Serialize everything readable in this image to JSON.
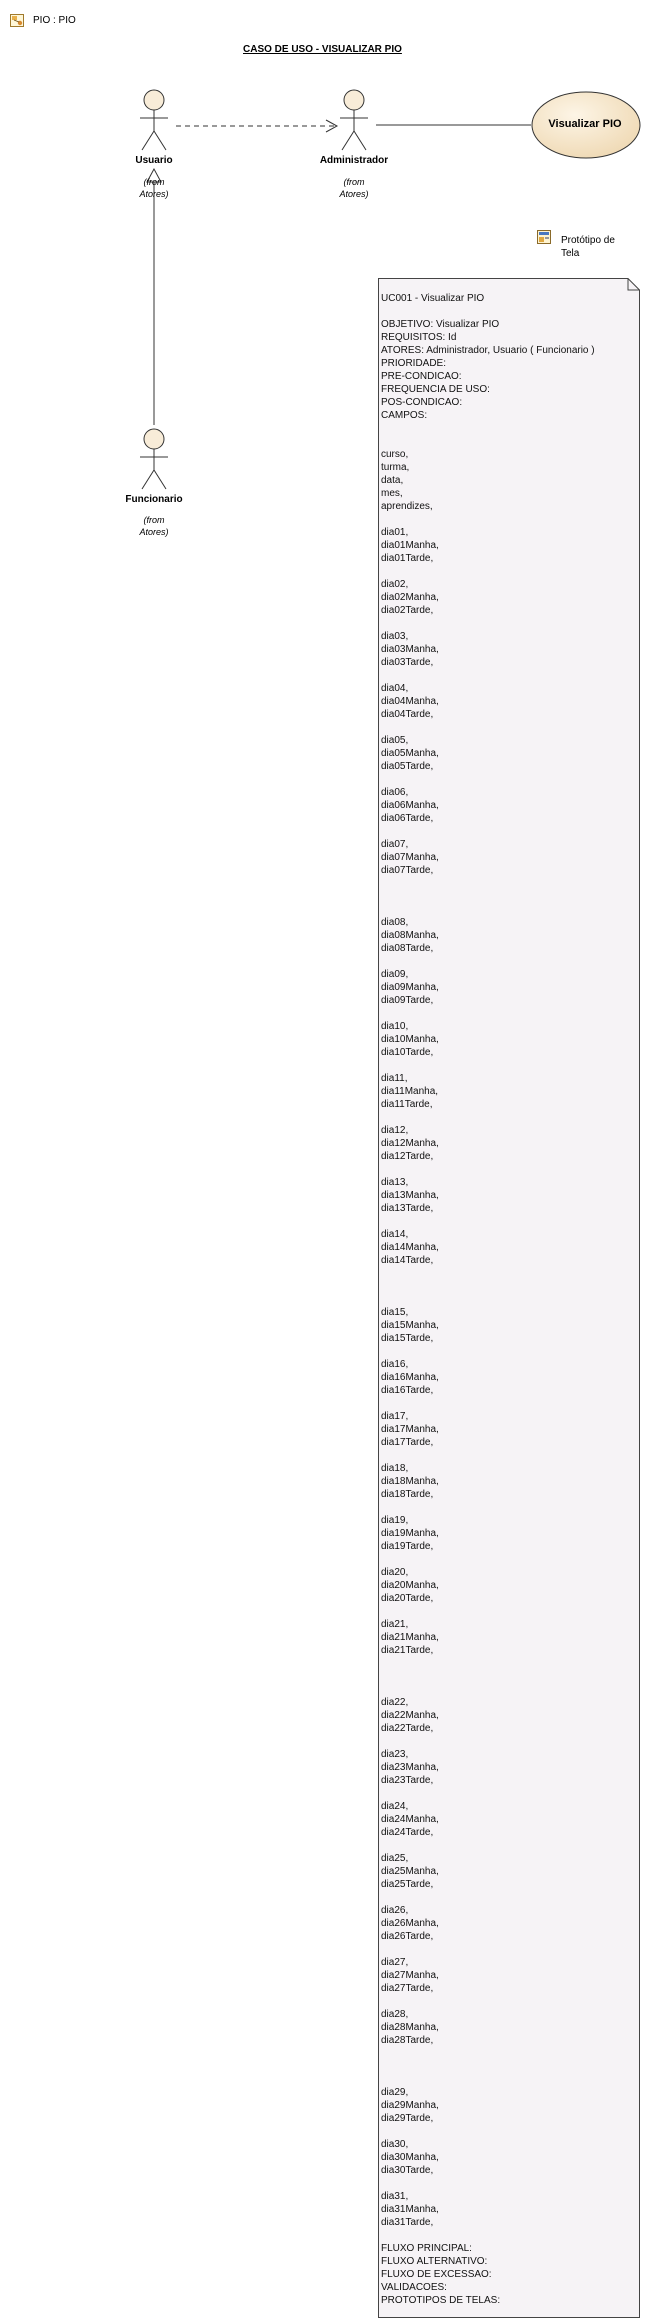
{
  "header": {
    "label": "PIO : PIO",
    "icon": "diagram-icon"
  },
  "title": "CASO DE USO - VISUALIZAR PIO",
  "actors": {
    "usuario": {
      "name": "Usuario",
      "from": "(from\nAtores)"
    },
    "administrador": {
      "name": "Administrador",
      "from": "(from\nAtores)"
    },
    "funcionario": {
      "name": "Funcionario",
      "from": "(from\nAtores)"
    }
  },
  "use_case": {
    "name": "Visualizar PIO"
  },
  "prototype": {
    "label": "Protótipo de\nTela",
    "icon": "prototype-icon"
  },
  "note": {
    "text": "UC001 - Visualizar PIO\n\nOBJETIVO: Visualizar PIO\nREQUISITOS: Id\nATORES: Administrador, Usuario ( Funcionario )\nPRIORIDADE:\nPRE-CONDICAO:\nFREQUENCIA DE USO:\nPOS-CONDICAO:\nCAMPOS:\n\n\ncurso,\nturma,\ndata,\nmes,\naprendizes,\n\ndia01,\ndia01Manha,\ndia01Tarde,\n\ndia02,\ndia02Manha,\ndia02Tarde,\n\ndia03,\ndia03Manha,\ndia03Tarde,\n\ndia04,\ndia04Manha,\ndia04Tarde,\n\ndia05,\ndia05Manha,\ndia05Tarde,\n\ndia06,\ndia06Manha,\ndia06Tarde,\n\ndia07,\ndia07Manha,\ndia07Tarde,\n\n\n\ndia08,\ndia08Manha,\ndia08Tarde,\n\ndia09,\ndia09Manha,\ndia09Tarde,\n\ndia10,\ndia10Manha,\ndia10Tarde,\n\ndia11,\ndia11Manha,\ndia11Tarde,\n\ndia12,\ndia12Manha,\ndia12Tarde,\n\ndia13,\ndia13Manha,\ndia13Tarde,\n\ndia14,\ndia14Manha,\ndia14Tarde,\n\n\n\ndia15,\ndia15Manha,\ndia15Tarde,\n\ndia16,\ndia16Manha,\ndia16Tarde,\n\ndia17,\ndia17Manha,\ndia17Tarde,\n\ndia18,\ndia18Manha,\ndia18Tarde,\n\ndia19,\ndia19Manha,\ndia19Tarde,\n\ndia20,\ndia20Manha,\ndia20Tarde,\n\ndia21,\ndia21Manha,\ndia21Tarde,\n\n\n\ndia22,\ndia22Manha,\ndia22Tarde,\n\ndia23,\ndia23Manha,\ndia23Tarde,\n\ndia24,\ndia24Manha,\ndia24Tarde,\n\ndia25,\ndia25Manha,\ndia25Tarde,\n\ndia26,\ndia26Manha,\ndia26Tarde,\n\ndia27,\ndia27Manha,\ndia27Tarde,\n\ndia28,\ndia28Manha,\ndia28Tarde,\n\n\n\ndia29,\ndia29Manha,\ndia29Tarde,\n\ndia30,\ndia30Manha,\ndia30Tarde,\n\ndia31,\ndia31Manha,\ndia31Tarde,\n\nFLUXO PRINCIPAL:\nFLUXO ALTERNATIVO:\nFLUXO DE EXCESSAO:\nVALIDACOES:\nPROTOTIPOS DE TELAS:"
  },
  "colors": {
    "actor_fill": "#f8ecd8",
    "use_case_fill": "#f6e6c8",
    "note_fill": "#f6f3f6",
    "line": "#333333"
  }
}
